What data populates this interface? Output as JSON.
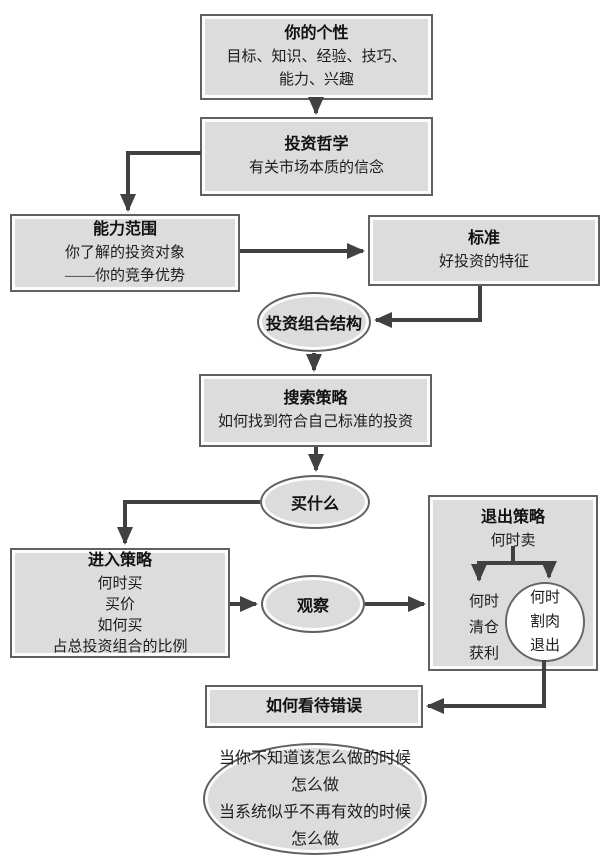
{
  "diagram": {
    "personality": {
      "title": "你的个性",
      "line1": "目标、知识、经验、技巧、",
      "line2": "能力、兴趣"
    },
    "philosophy": {
      "title": "投资哲学",
      "line1": "有关市场本质的信念"
    },
    "competence": {
      "title": "能力范围",
      "line1": "你了解的投资对象",
      "line2": "——你的竞争优势"
    },
    "criteria": {
      "title": "标准",
      "line1": "好投资的特征"
    },
    "portfolio_structure": {
      "label": "投资组合结构"
    },
    "search_strategy": {
      "title": "搜索策略",
      "line1": "如何找到符合自己标准的投资"
    },
    "what_to_buy": {
      "label": "买什么"
    },
    "entry_strategy": {
      "title": "进入策略",
      "lines": [
        "何时买",
        "买价",
        "如何买",
        "占总投资组合的比例"
      ]
    },
    "observe": {
      "label": "观察"
    },
    "exit_strategy": {
      "title": "退出策略",
      "subtitle": "何时卖",
      "profit_exit_lines": [
        "何时",
        "清仓",
        "获利"
      ],
      "loss_exit_lines": [
        "何时",
        "割肉",
        "退出"
      ]
    },
    "mistakes": {
      "label": "如何看待错误"
    },
    "fallback": {
      "lines": [
        "当你不知道该怎么做的时候",
        "怎么做",
        "当系统似乎不再有效的时候",
        "怎么做"
      ]
    }
  },
  "colors": {
    "background": "#ffffff",
    "node_fill": "#dcdcdc",
    "node_border": "#606060",
    "inner_ring": "#fcfcfc",
    "connector": "#414141",
    "text": "#1d1d1d",
    "loss_circle_fill": "#ffffff"
  }
}
